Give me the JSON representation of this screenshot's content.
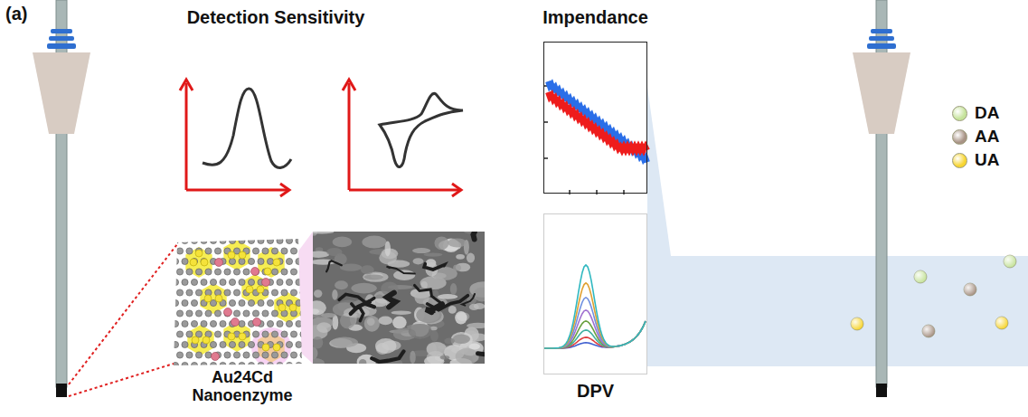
{
  "diagram": {
    "nodes": [
      {
        "text": [
          "Impendance"
        ]
      },
      {
        "text": [
          "DPV"
        ]
      }
    ],
    "labels": [
      "(a)",
      "Detection Sensitivity",
      "Au24Cd Nanoenzyme"
    ],
    "legend": [
      {
        "text": "DA",
        "color": "#c6e39b"
      },
      {
        "text": "AA",
        "color": "#a89385"
      },
      {
        "text": "UA",
        "color": "#f7d531"
      }
    ]
  }
}
